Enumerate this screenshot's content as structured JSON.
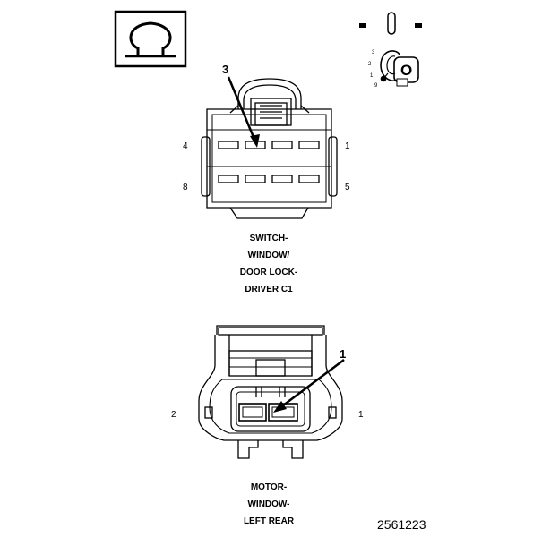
{
  "key_pins": [
    "3",
    "2",
    "1",
    "9"
  ],
  "key_label": "O",
  "connector_c1": {
    "callout": "3",
    "pin_labels": {
      "top_left": "4",
      "top_right": "1",
      "bottom_left": "8",
      "bottom_right": "5"
    },
    "caption": [
      "SWITCH-",
      "WINDOW/",
      "DOOR LOCK-",
      "DRIVER C1"
    ]
  },
  "connector_motor": {
    "callout": "1",
    "pin_labels": {
      "left": "2",
      "right": "1"
    },
    "caption": [
      "MOTOR-",
      "WINDOW-",
      "LEFT REAR"
    ]
  },
  "figure_number": "2561223"
}
